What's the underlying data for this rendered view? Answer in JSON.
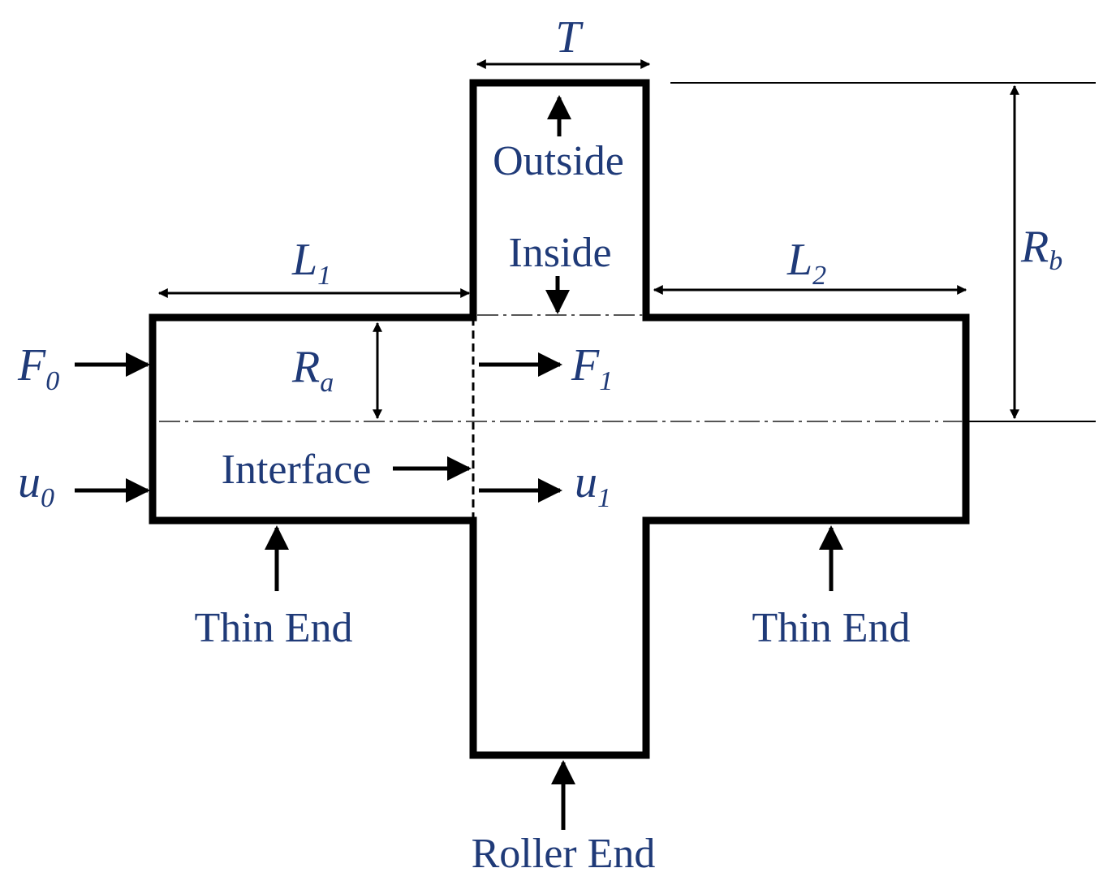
{
  "labels": {
    "T": "T",
    "L1": "L",
    "L1_sub": "1",
    "L2": "L",
    "L2_sub": "2",
    "Rb": "R",
    "Rb_sub": "b",
    "Ra": "R",
    "Ra_sub": "a",
    "F0": "F",
    "F0_sub": "0",
    "F1": "F",
    "F1_sub": "1",
    "u0": "u",
    "u0_sub": "0",
    "u1": "u",
    "u1_sub": "1",
    "outside": "Outside",
    "inside": "Inside",
    "interface": "Interface",
    "thin_end_left": "Thin End",
    "thin_end_right": "Thin End",
    "roller_end": "Roller End"
  }
}
